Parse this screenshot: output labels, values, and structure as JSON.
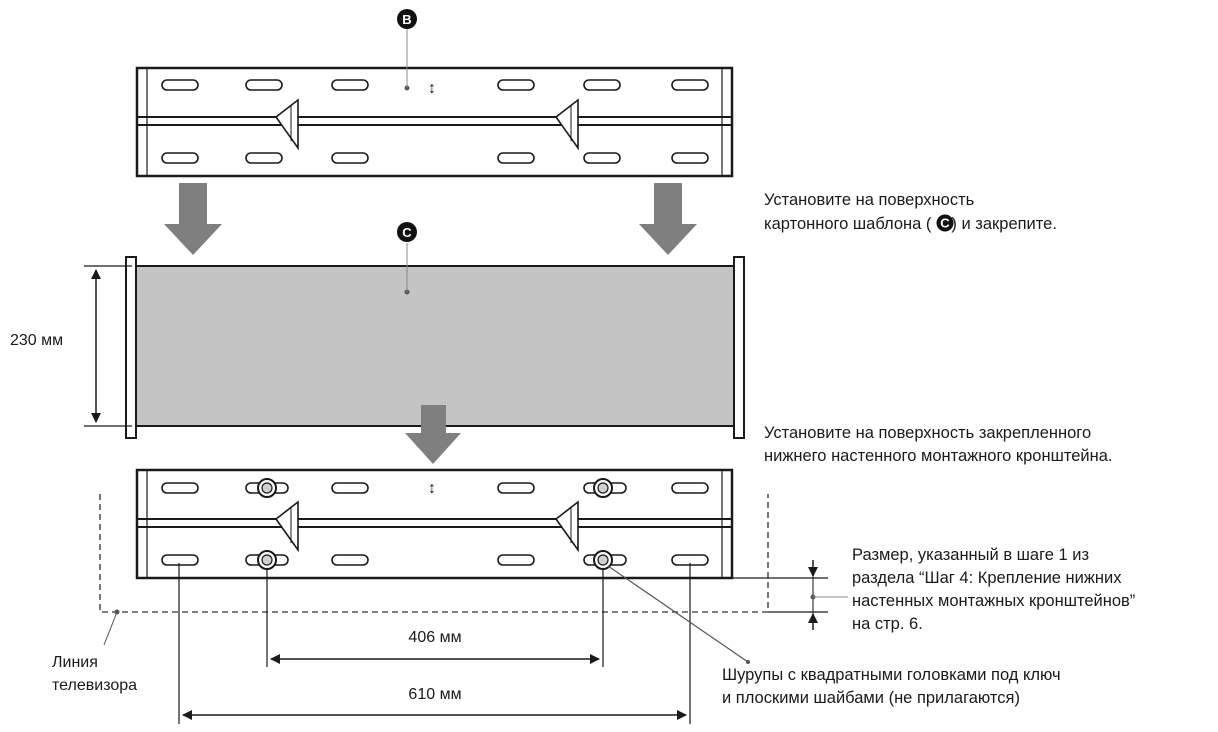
{
  "markers": {
    "b": "B",
    "c": "C"
  },
  "dimensions": {
    "height": "230 мм",
    "screw_span": "406 мм",
    "bracket_span": "610 мм"
  },
  "annotations": {
    "template_line1": "Установите на поверхность",
    "template_line2_a": "картонного шаблона (",
    "template_line2_b": ") и закрепите.",
    "lower_line1": "Установите на поверхность закрепленного",
    "lower_line2": "нижнего настенного монтажного кронштейна.",
    "size_line1": "Размер, указанный в шаге 1 из",
    "size_line2": "раздела “Шаг 4: Крепление нижних",
    "size_line3": "настенных монтажных кронштейнов”",
    "size_line4": "на стр. 6.",
    "tv_line1": "Линия",
    "tv_line2": "телевизора",
    "screws_line1": "Шурупы с квадратными головками под ключ",
    "screws_line2": "и плоскими шайбами (не прилагаются)"
  },
  "colors": {
    "ink": "#1a1a1a",
    "template_fill": "#c4c4c4",
    "arrow_fill": "#7f7f7f",
    "badge": "#111111"
  }
}
